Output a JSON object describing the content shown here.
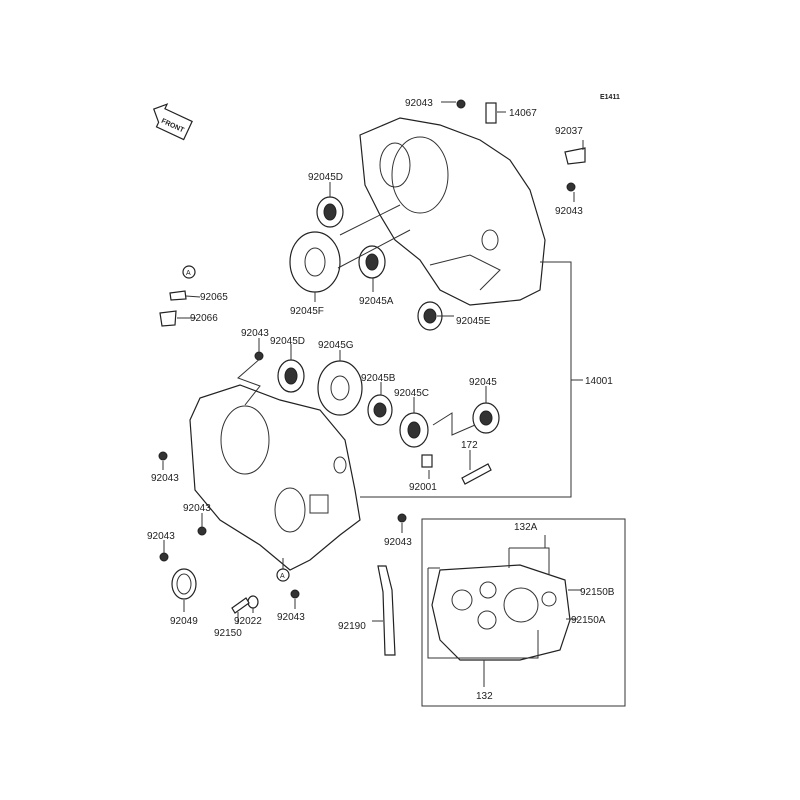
{
  "diagram_code": "E1411",
  "front_sign": "FRONT",
  "ref_marker": "A",
  "labels": {
    "l92043_top": "92043",
    "l14067": "14067",
    "l92037": "92037",
    "l92043_right": "92043",
    "l92045D_upper": "92045D",
    "l92045F": "92045F",
    "l92045A": "92045A",
    "l92045E": "92045E",
    "l92065": "92065",
    "l92066": "92066",
    "l92043_left_top": "92043",
    "l92045D_lower": "92045D",
    "l92045G": "92045G",
    "l92045B": "92045B",
    "l92045C": "92045C",
    "l92045": "92045",
    "l14001": "14001",
    "l172": "172",
    "l92001": "92001",
    "l92043_a": "92043",
    "l92043_b": "92043",
    "l92043_c": "92043",
    "l92043_d": "92043",
    "l92043_e": "92043",
    "l132A": "132A",
    "l92150B": "92150B",
    "l92150A": "92150A",
    "l92049": "92049",
    "l92022": "92022",
    "l92150": "92150",
    "l92190": "92190",
    "l132": "132"
  }
}
